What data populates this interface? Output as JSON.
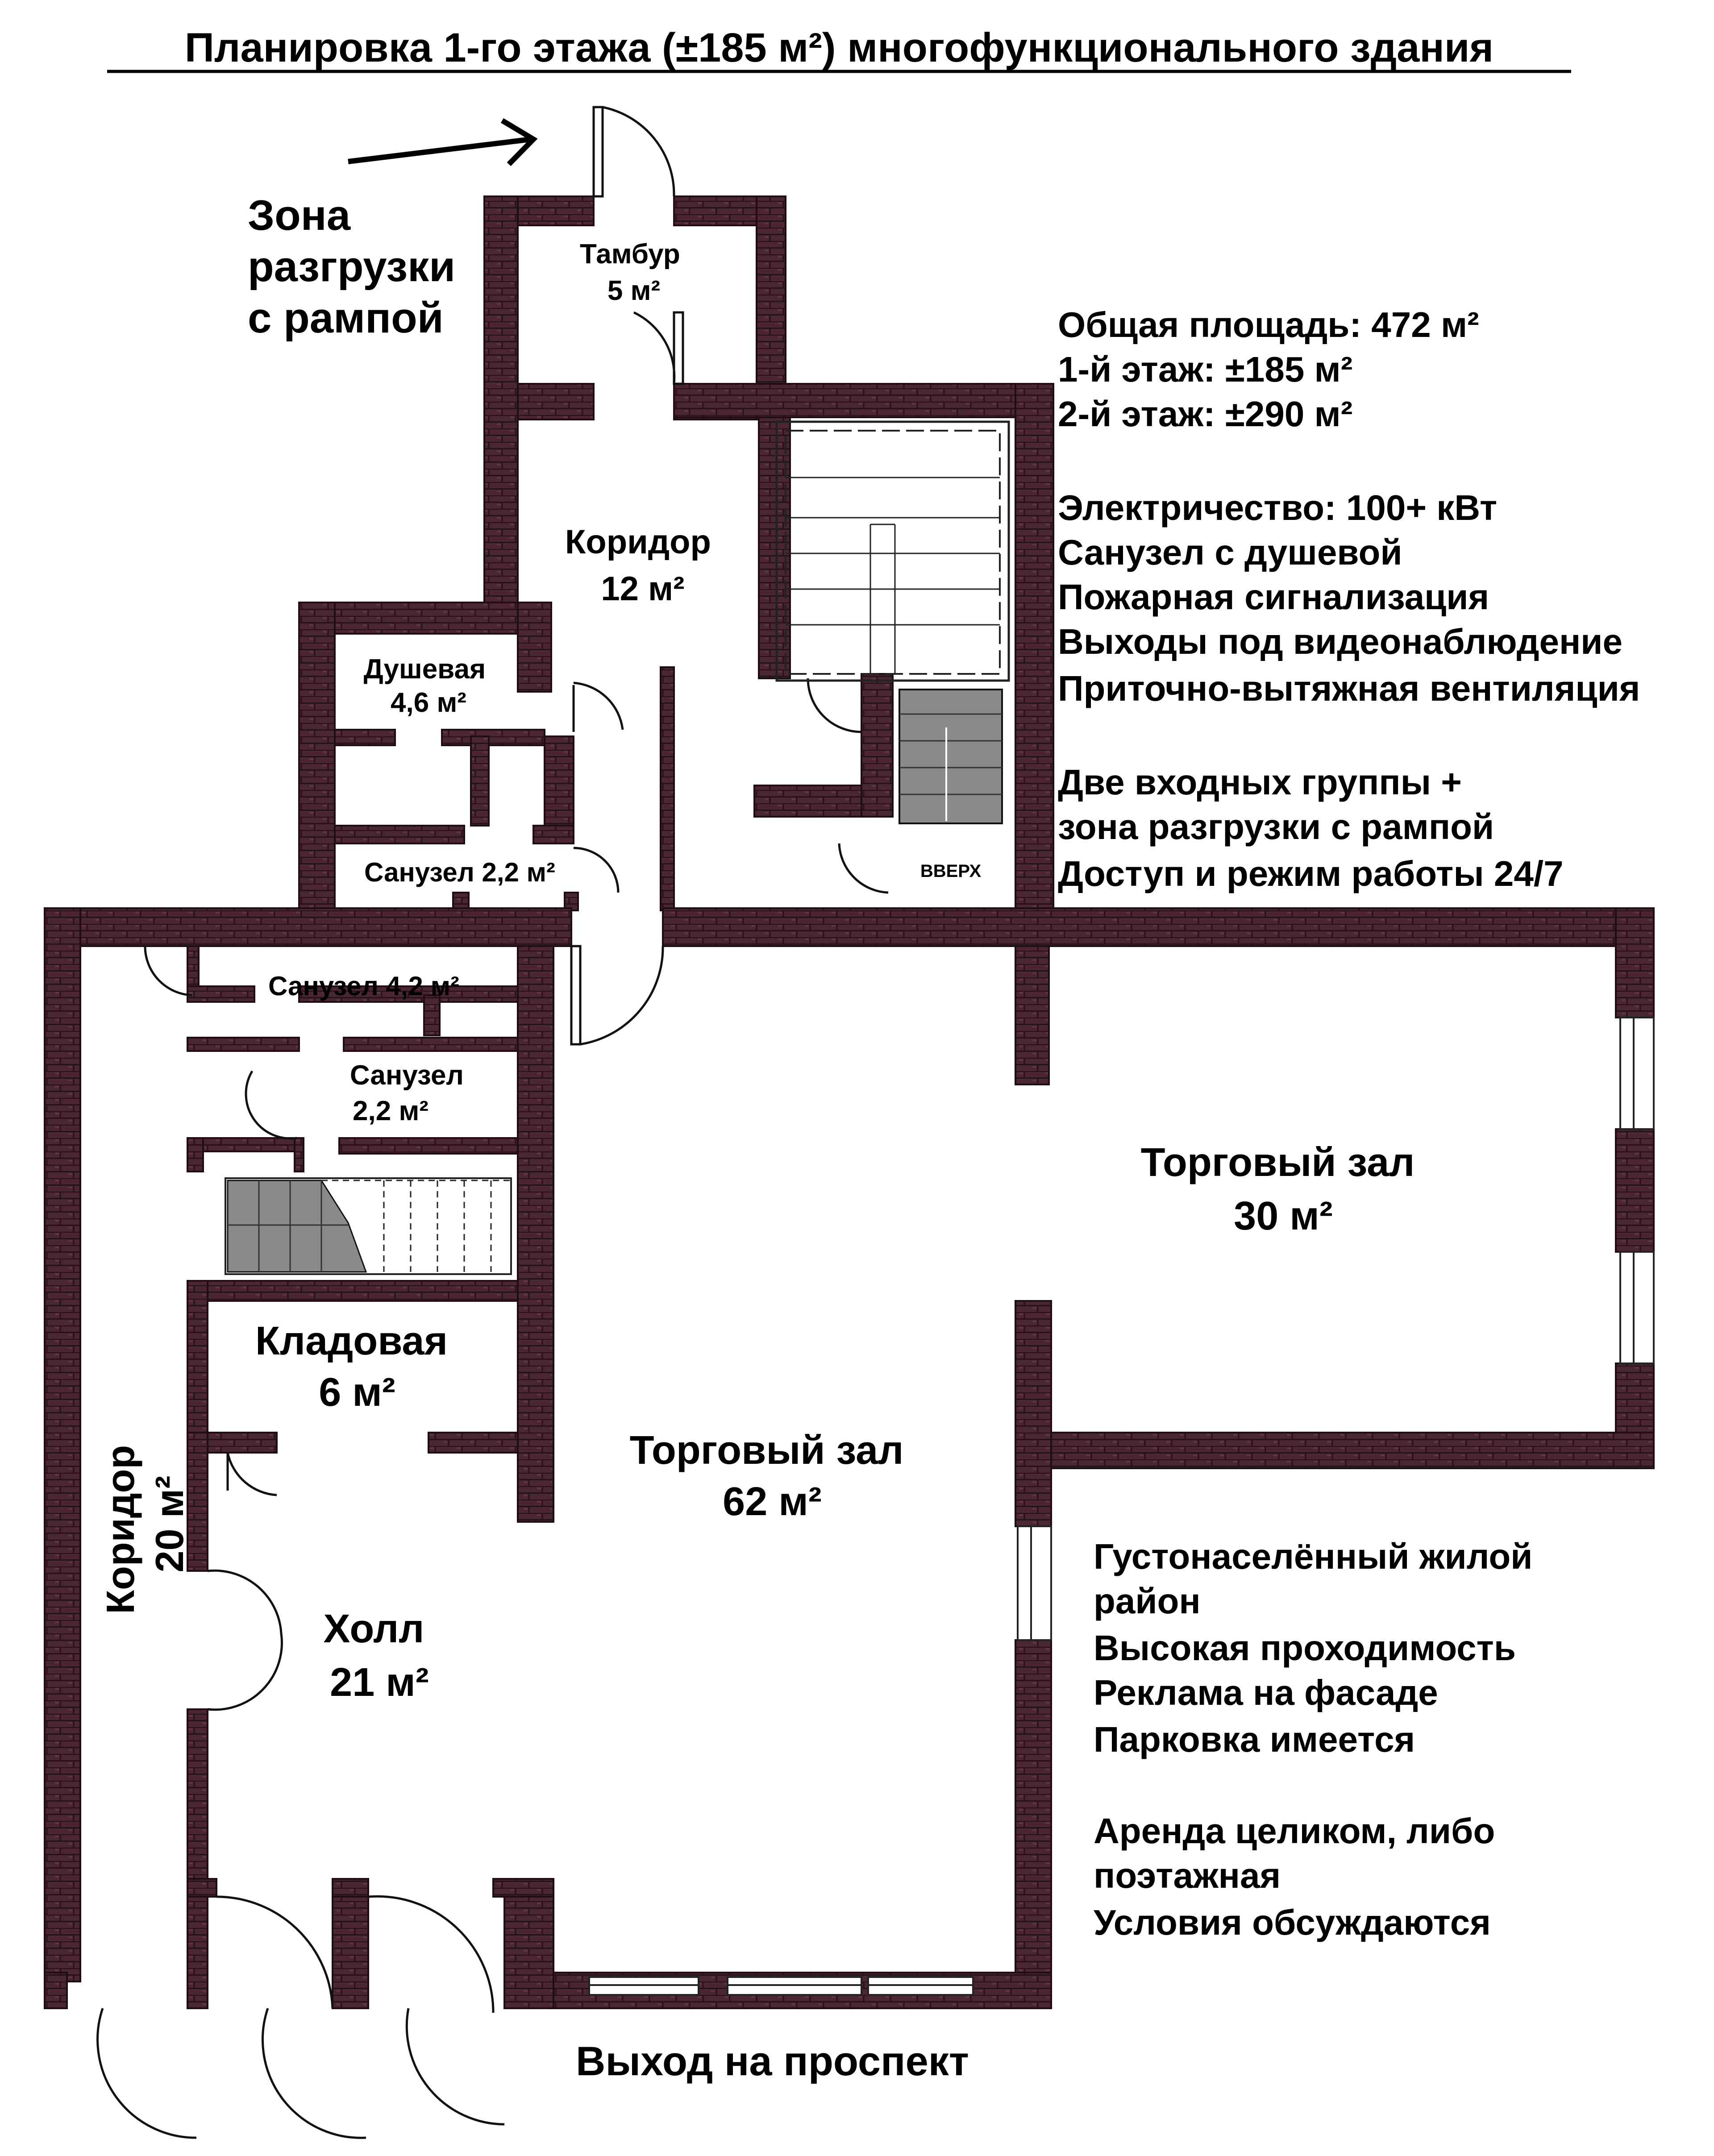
{
  "title": "Планировка 1-го этажа (±185 м²) многофункционального здания",
  "colors": {
    "wall": "#4a2630",
    "brick_line": "#1f0d12",
    "stair_gray": "#8a8a8a",
    "background": "#ffffff"
  },
  "unloading_zone": [
    "Зона",
    "разгрузки",
    "с рампой"
  ],
  "info_top": [
    "Общая площадь: 472 м²",
    "1-й этаж: ±185 м²",
    "2-й этаж: ±290 м²",
    "",
    "Электричество: 100+ кВт",
    "Санузел с душевой",
    "Пожарная сигнализация",
    "Выходы под видеонаблюдение",
    "Приточно-вытяжная вентиляция",
    "",
    "Две входных группы +",
    "зона разгрузки с рампой",
    "Доступ и режим работы 24/7"
  ],
  "info_bottom": [
    "Густонаселённый жилой",
    "район",
    "Высокая проходимость",
    "Реклама на фасаде",
    "Парковка имеется",
    "",
    "Аренда целиком, либо",
    "поэтажная",
    "Условия обсуждаются"
  ],
  "rooms": {
    "tambur": {
      "name": "Тамбур",
      "area": "5 м²"
    },
    "corridor_12": {
      "name": "Коридор",
      "area": "12 м²"
    },
    "shower": {
      "name": "Душевая",
      "area": "4,6 м²"
    },
    "wc_22_top": {
      "label": "Санузел 2,2 м²"
    },
    "wc_42": {
      "label": "Санузел 4,2 м²"
    },
    "wc_22": {
      "name": "Санузел",
      "area": "2,2 м²"
    },
    "storage": {
      "name": "Кладовая",
      "area": "6 м²"
    },
    "hall_62": {
      "name": "Торговый зал",
      "area": "62 м²"
    },
    "hall_30": {
      "name": "Торговый зал",
      "area": "30 м²"
    },
    "lobby": {
      "name": "Холл",
      "area": "21 м²"
    },
    "corridor_20": {
      "name": "Коридор",
      "area": "20 м²"
    }
  },
  "stair_mark": "ВВЕРХ",
  "exit_label": "Выход на проспект"
}
